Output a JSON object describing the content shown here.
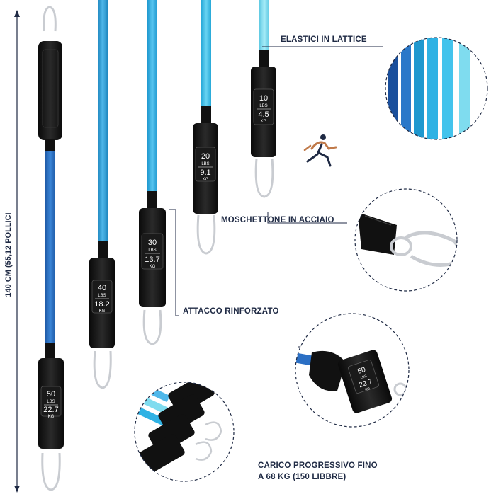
{
  "callouts": {
    "latex_bands": "ELASTICI IN LATTICE",
    "steel_carabiner": "MOSCHETTONE IN ACCIAIO",
    "reinforced_attachment": "ATTACCO RINFORZATO",
    "progressive_load_line1": "CARICO PROGRESSIVO FINO",
    "progressive_load_line2": "A 68 KG (150 LIBBRE)"
  },
  "dimension_label": "140 CM (55,12 POLLICI",
  "bands": [
    {
      "lbs": "50",
      "lbs_unit": "LBS",
      "kg": "22.7",
      "kg_unit": "KG",
      "color": "#2b6fc4"
    },
    {
      "lbs": "40",
      "lbs_unit": "LBS",
      "kg": "18.2",
      "kg_unit": "KG",
      "color": "#2a9fd6"
    },
    {
      "lbs": "30",
      "lbs_unit": "LBS",
      "kg": "13.7",
      "kg_unit": "KG",
      "color": "#2fb2e4"
    },
    {
      "lbs": "20",
      "lbs_unit": "LBS",
      "kg": "9.1",
      "kg_unit": "KG",
      "color": "#3cc3ea"
    },
    {
      "lbs": "10",
      "lbs_unit": "LBS",
      "kg": "4.5",
      "kg_unit": "KG",
      "color": "#7fdcef"
    }
  ],
  "detail_handle_tag": {
    "lbs": "50",
    "lbs_unit": "LBS",
    "kg": "22.7",
    "kg_unit": "KG"
  },
  "colors": {
    "handle": "#111111",
    "text_dark": "#1f2a44",
    "band_dark_blue": "#2b6fc4",
    "band_light_blue": "#7fdcef",
    "carabiner": "#c9ccd1"
  },
  "icons": [
    "runner-logo-icon",
    "carabiner-icon"
  ]
}
